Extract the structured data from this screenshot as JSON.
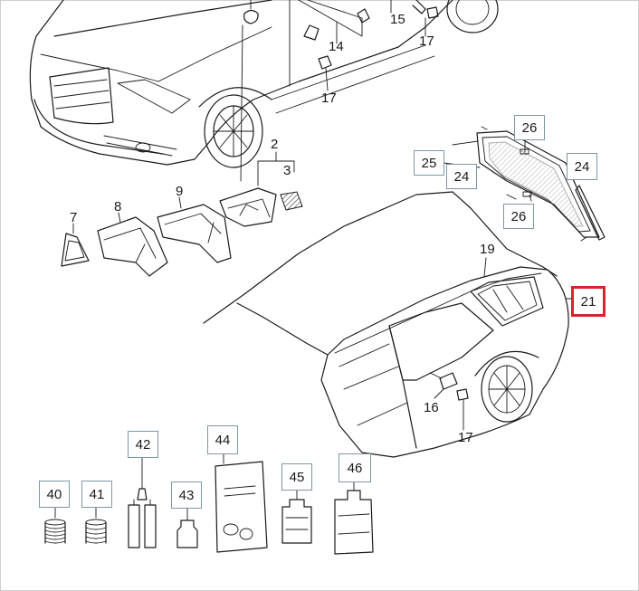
{
  "colors": {
    "frame": "#cfcfcf",
    "callout_box": "#7c97a8",
    "highlight": "#d9232e",
    "line": "#1a1a1a"
  },
  "callouts": {
    "c14": "14",
    "c15": "15",
    "c17a": "17",
    "c17b": "17",
    "c17c": "17",
    "c16": "16",
    "c19": "19",
    "c2": "2",
    "c3": "3",
    "c7": "7",
    "c8": "8",
    "c9": "9"
  },
  "boxed": {
    "b26a": "26",
    "b25": "25",
    "b24a": "24",
    "b24b": "24",
    "b26b": "26",
    "b21": "21",
    "b40": "40",
    "b41": "41",
    "b42": "42",
    "b43": "43",
    "b44": "44",
    "b45": "45",
    "b46": "46"
  },
  "highlighted_part": "21"
}
